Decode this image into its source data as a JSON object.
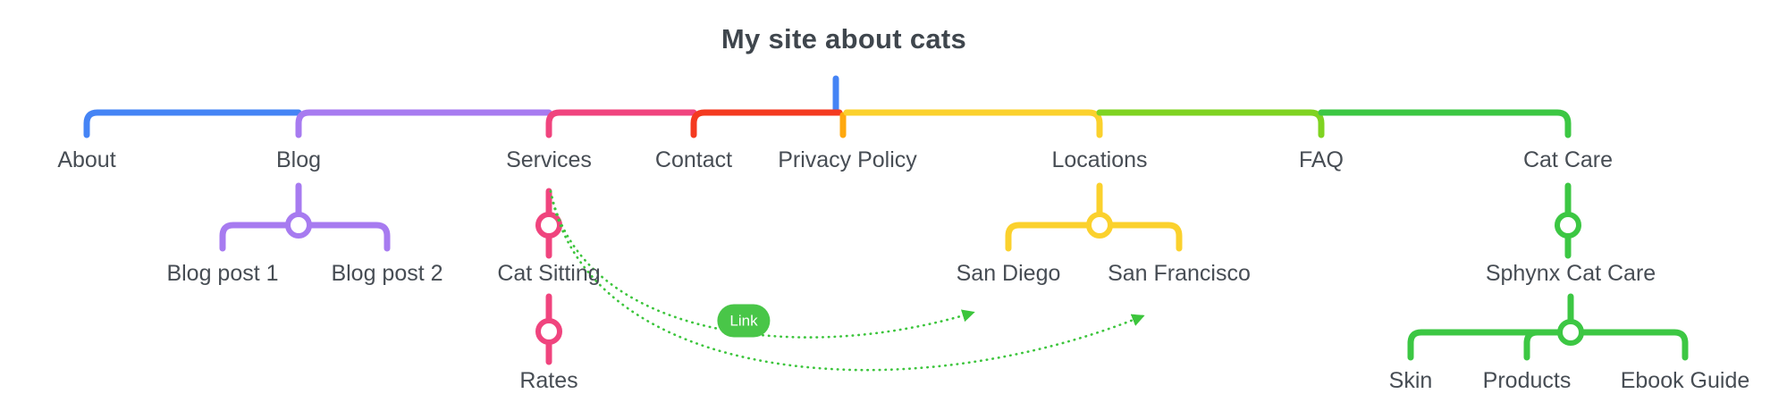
{
  "sitemap": {
    "title": "My site about cats",
    "pages": [
      {
        "label": "About"
      },
      {
        "label": "Blog",
        "children": [
          {
            "label": "Blog post 1"
          },
          {
            "label": "Blog post 2"
          }
        ]
      },
      {
        "label": "Services",
        "children": [
          {
            "label": "Cat Sitting",
            "children": [
              {
                "label": "Rates"
              }
            ]
          }
        ]
      },
      {
        "label": "Contact"
      },
      {
        "label": "Privacy Policy"
      },
      {
        "label": "Locations",
        "children": [
          {
            "label": "San Diego"
          },
          {
            "label": "San Francisco"
          }
        ]
      },
      {
        "label": "FAQ"
      },
      {
        "label": "Cat Care",
        "children": [
          {
            "label": "Sphynx Cat Care",
            "children": [
              {
                "label": "Skin"
              },
              {
                "label": "Products"
              },
              {
                "label": "Ebook Guide"
              }
            ]
          }
        ]
      }
    ],
    "link": {
      "label": "Link",
      "from": "Services",
      "to": [
        "San Diego",
        "San Francisco"
      ]
    }
  },
  "colors": {
    "blue": "#4584f5",
    "purple": "#a77bf0",
    "pink": "#f0447e",
    "red": "#f43a20",
    "orange": "#ffa80e",
    "yellow": "#fbd12d",
    "lime": "#7fd321",
    "green": "#3cc743",
    "badge": "#49c648",
    "arrow": "#3cc53c",
    "text": "#474d54",
    "title": "#3f464d"
  }
}
